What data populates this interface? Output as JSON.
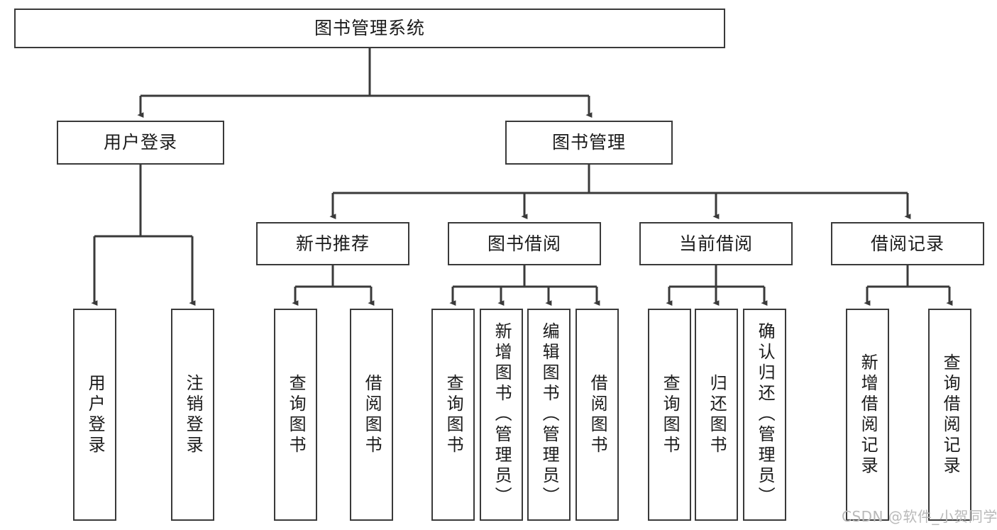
{
  "diagram": {
    "title": "图书管理系统",
    "type": "tree",
    "colors": {
      "box_border": "#3a3a3a",
      "box_fill": "#ffffff",
      "connector": "#3a3a3a",
      "text": "#1b1b1b",
      "watermark": "#b9b9b9",
      "background": "#ffffff"
    },
    "levels": {
      "root": {
        "label": "图书管理系统"
      },
      "level2": [
        {
          "label": "用户登录"
        },
        {
          "label": "图书管理"
        }
      ],
      "level3": [
        {
          "label": "新书推荐"
        },
        {
          "label": "图书借阅"
        },
        {
          "label": "当前借阅"
        },
        {
          "label": "借阅记录"
        }
      ],
      "leaves": {
        "user_login": [
          {
            "label": "用户登录"
          },
          {
            "label": "注销登录"
          }
        ],
        "new_book_recommend": [
          {
            "label": "查询图书"
          },
          {
            "label": "借阅图书"
          }
        ],
        "book_borrow": [
          {
            "label": "查询图书"
          },
          {
            "label": "新增图书（管理员）"
          },
          {
            "label": "编辑图书（管理员）"
          },
          {
            "label": "借阅图书"
          }
        ],
        "current_borrow": [
          {
            "label": "查询图书"
          },
          {
            "label": "归还图书"
          },
          {
            "label": "确认归还（管理员）"
          }
        ],
        "borrow_record": [
          {
            "label": "新增借阅记录"
          },
          {
            "label": "查询借阅记录"
          }
        ]
      }
    },
    "watermark": "CSDN @软件_小贺同学"
  }
}
